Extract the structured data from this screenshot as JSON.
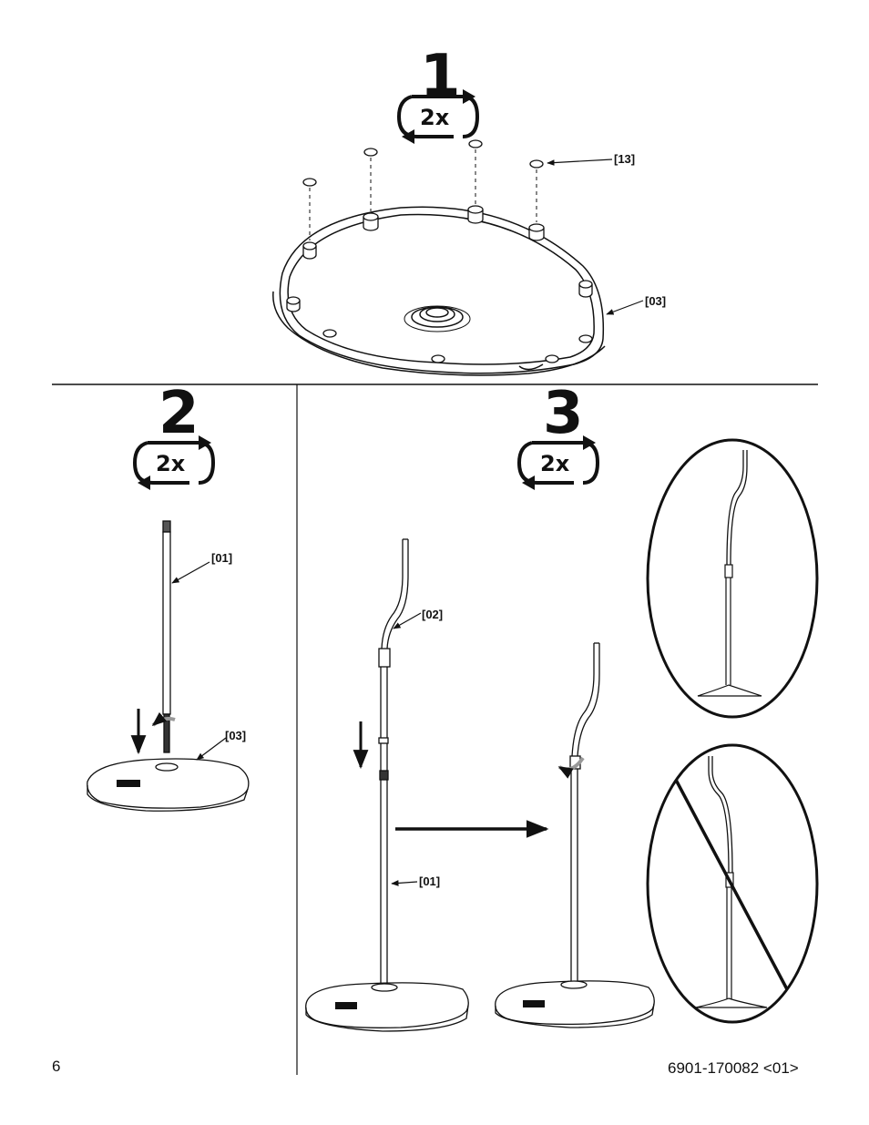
{
  "steps": [
    {
      "number": "1",
      "multiplier": "2x"
    },
    {
      "number": "2",
      "multiplier": "2x"
    },
    {
      "number": "3",
      "multiplier": "2x"
    }
  ],
  "parts": {
    "foot_pad": "[13]",
    "base": "[03]",
    "lower_pole": "[01]",
    "upper_pole": "[02]"
  },
  "footer": {
    "page_number": "6",
    "document_code": "6901-170082 <01>"
  }
}
